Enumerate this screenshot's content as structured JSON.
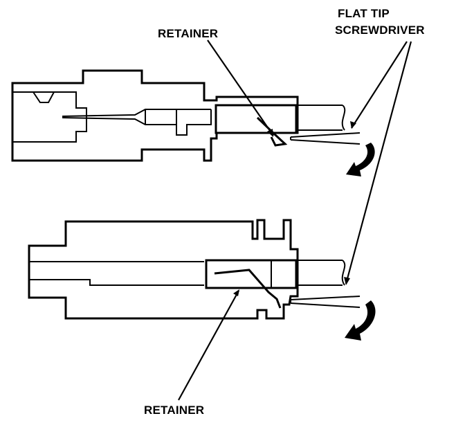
{
  "labels": {
    "retainer_top": "RETAINER",
    "flat_tip_line1": "FLAT TIP",
    "flat_tip_line2": "SCREWDRIVER",
    "retainer_bottom": "RETAINER"
  },
  "colors": {
    "ink": "#000000",
    "background": "#ffffff"
  }
}
